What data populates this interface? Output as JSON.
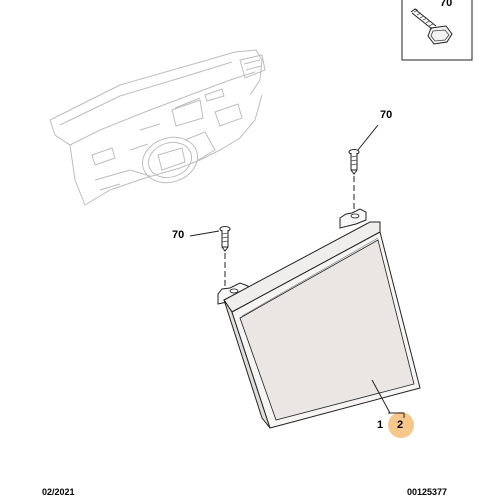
{
  "callouts": {
    "inset_screw_ref": "70",
    "screw_right_ref": "70",
    "screw_left_ref": "70",
    "display_unit_ref": "1",
    "display_highlight_ref": "2"
  },
  "footer": {
    "date": "02/2021",
    "diagram_id": "00125377"
  },
  "colors": {
    "highlight_badge": "#f7c68b",
    "screen_face": "#e9e6e3",
    "line": "#222222",
    "sketch_line": "#bdbdbd"
  }
}
